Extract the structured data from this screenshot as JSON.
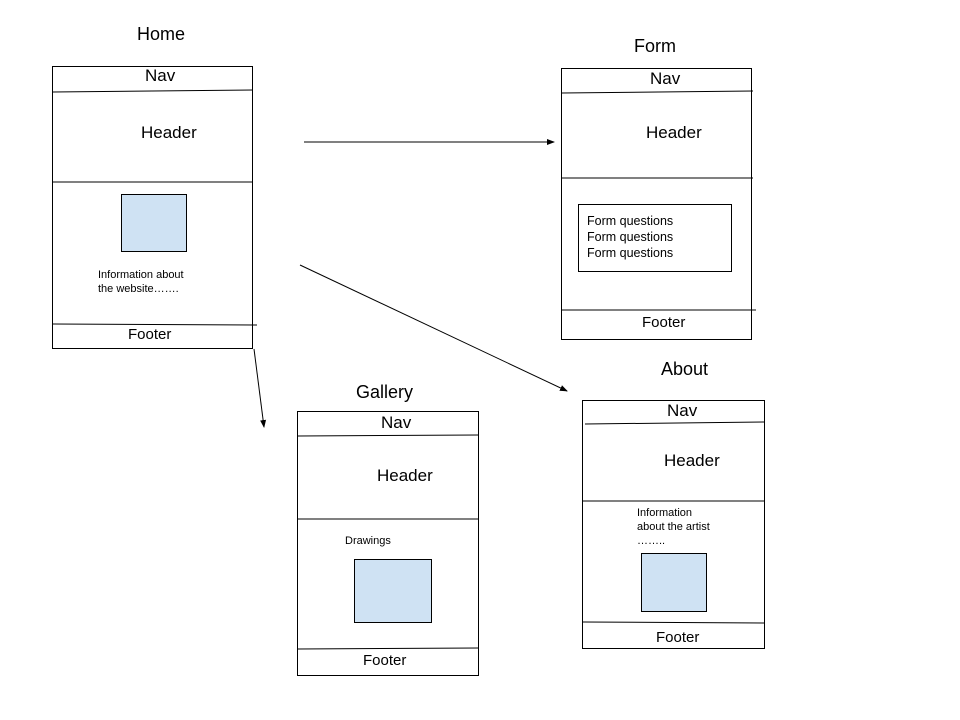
{
  "home": {
    "title": "Home",
    "nav": "Nav",
    "header": "Header",
    "info": "Information about\nthe website…….",
    "footer": "Footer"
  },
  "form": {
    "title": "Form",
    "nav": "Nav",
    "header": "Header",
    "questions": [
      "Form questions",
      "Form questions",
      "Form questions"
    ],
    "footer": "Footer"
  },
  "gallery": {
    "title": "Gallery",
    "nav": "Nav",
    "header": "Header",
    "drawings": "Drawings",
    "footer": "Footer"
  },
  "about": {
    "title": "About",
    "nav": "Nav",
    "header": "Header",
    "info": "Information\nabout the artist\n……..",
    "footer": "Footer"
  },
  "colors": {
    "image_placeholder": "#cfe2f3",
    "stroke": "#000000"
  }
}
